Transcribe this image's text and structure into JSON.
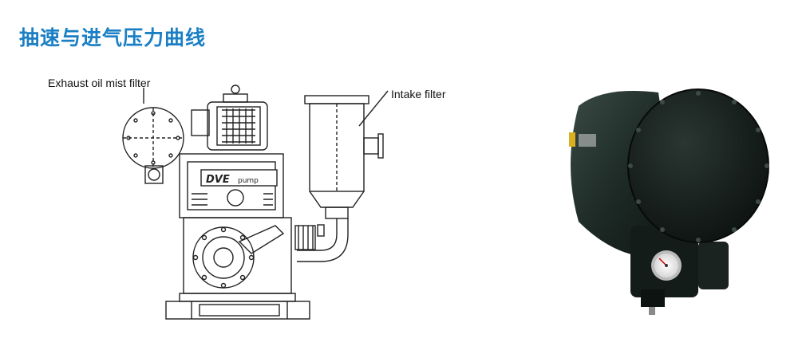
{
  "title": "抽速与进气压力曲线",
  "title_color": "#1a7fc4",
  "labels": {
    "exhaust": "Exhaust oil mist filter",
    "intake": "Intake filter"
  },
  "drawing": {
    "brand_text": "DVE",
    "brand_sub": "pump"
  },
  "colors": {
    "line": "#222222",
    "filter_body": "#1d2a26",
    "filter_face": "#121a17"
  }
}
